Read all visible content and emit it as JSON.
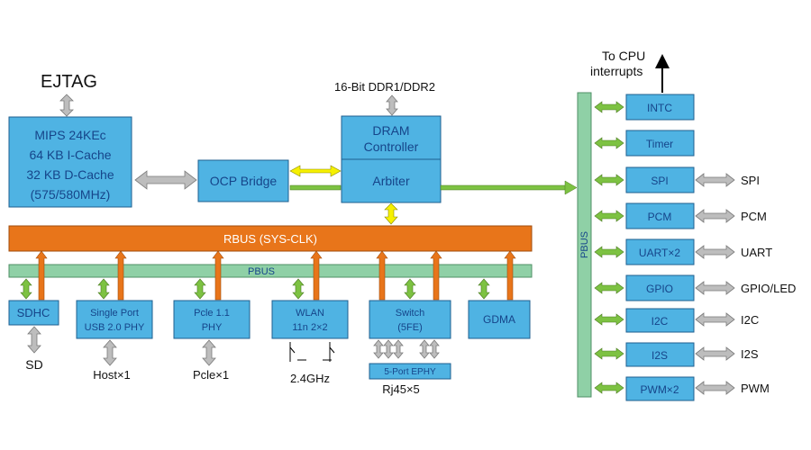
{
  "colors": {
    "block": "#4fb3e3",
    "rbus": "#e8751a",
    "pbus": "#8fd0a6",
    "orange_arrow": "#e8751a",
    "green_arrow": "#7dc242",
    "gray_arrow": "#bdbdbd",
    "yellow_arrow": "#f6f000"
  },
  "external": {
    "ejtag": "EJTAG",
    "ddr": "16-Bit DDR1/DDR2",
    "cpu_int_1": "To CPU",
    "cpu_int_2": "interrupts",
    "sd": "SD",
    "host": "Host×1",
    "pcie": "Pcle×1",
    "ghz": "2.4GHz",
    "rj45": "Rj45×5",
    "spi": "SPI",
    "pcm": "PCM",
    "uart": "UART",
    "gpio": "GPIO/LED",
    "i2c": "I2C",
    "i2s": "I2S",
    "pwm": "PWM"
  },
  "blocks": {
    "mips": [
      "MIPS 24KEc",
      "64 KB I-Cache",
      "32 KB D-Cache",
      "(575/580MHz)"
    ],
    "ocp": "OCP Bridge",
    "dram": [
      "DRAM",
      "Controller"
    ],
    "arbiter": "Arbiter",
    "rbus": "RBUS (SYS-CLK)",
    "pbus_h": "PBUS",
    "pbus_v": "PBUS",
    "sdhc": "SDHC",
    "usb": [
      "Single Port",
      "USB 2.0 PHY"
    ],
    "pcie": [
      "Pcle 1.1",
      "PHY"
    ],
    "wlan": [
      "WLAN",
      "11n 2×2"
    ],
    "switch": [
      "Switch",
      "(5FE)"
    ],
    "ephy": "5-Port EPHY",
    "gdma": "GDMA",
    "intc": "INTC",
    "timer": "Timer",
    "spi": "SPI",
    "pcm": "PCM",
    "uart": "UART×2",
    "gpio": "GPIO",
    "i2c": "I2C",
    "i2s": "I2S",
    "pwm": "PWM×2"
  }
}
